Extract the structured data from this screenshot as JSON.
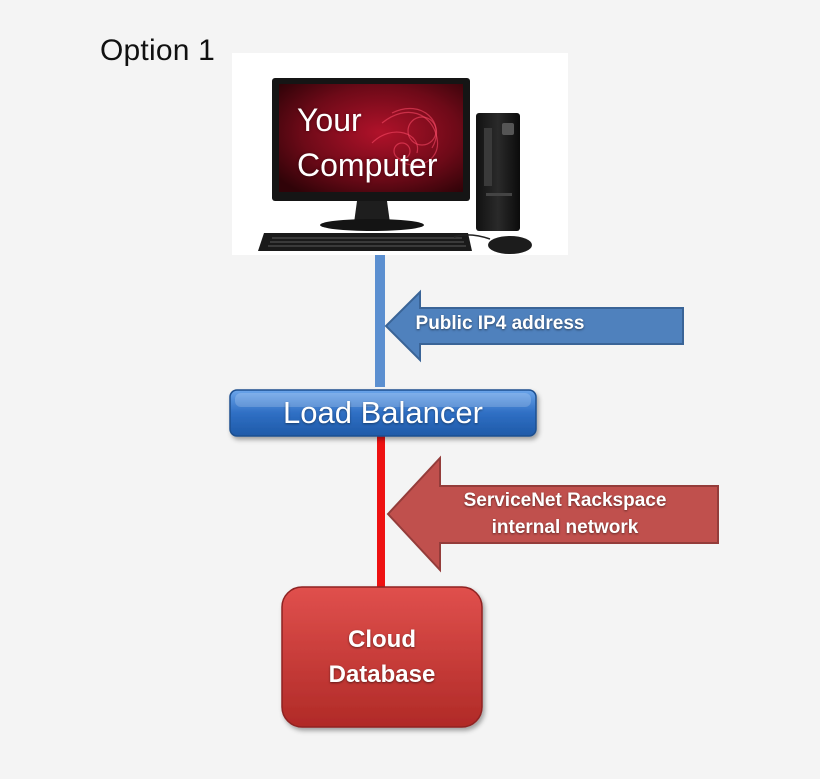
{
  "title": "Option 1",
  "computer": {
    "line1": "Your",
    "line2": "Computer"
  },
  "load_balancer": {
    "label": "Load Balancer"
  },
  "public_arrow": {
    "label": "Public IP4 address"
  },
  "internal_arrow": {
    "line1": "ServiceNet Rackspace",
    "line2": "internal network"
  },
  "database": {
    "line1": "Cloud",
    "line2": "Database"
  },
  "colors": {
    "public_link": "#5b8fd0",
    "internal_link": "#ee1111",
    "blue_arrow": "#4f81bd",
    "red_arrow": "#c0504d",
    "database_box": "#cc3b39"
  }
}
